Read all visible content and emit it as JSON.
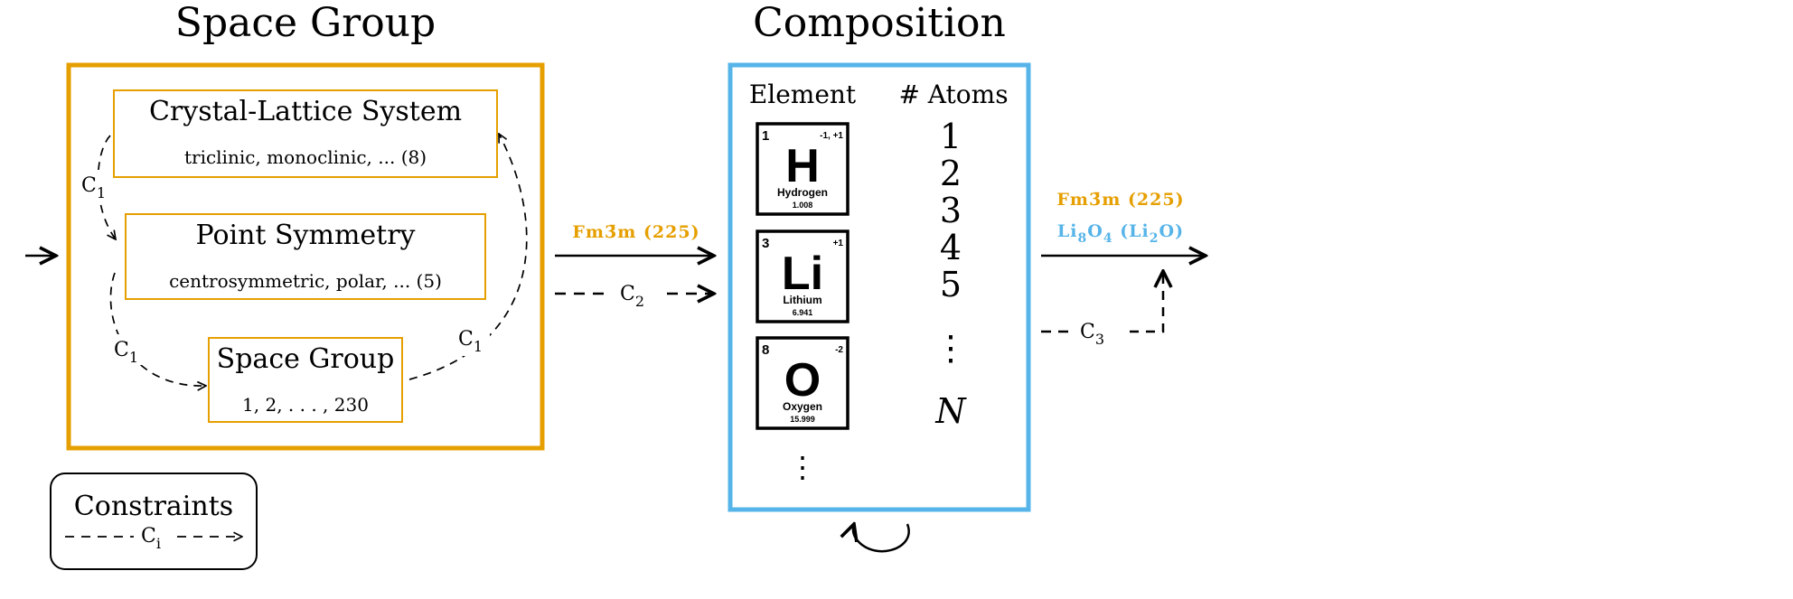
{
  "colors": {
    "orange": "#E69F00",
    "blue": "#56B4E9",
    "black": "#000000"
  },
  "space_group": {
    "title": "Space Group",
    "crystal_lattice": {
      "title": "Crystal-Lattice System",
      "values": "triclinic, monoclinic, ...  (8)"
    },
    "point_symmetry": {
      "title": "Point Symmetry",
      "values": "centrosymmetric, polar, ... (5)"
    },
    "space_group_box": {
      "title": "Space Group",
      "values": "1, 2, . . . , 230"
    },
    "constraint_label": "C",
    "constraint_sub": "1"
  },
  "arrow1": {
    "label": "Fm3̄m (225)",
    "constraint": "C",
    "constraint_sub": "2"
  },
  "composition": {
    "title": "Composition",
    "col_element": "Element",
    "col_atoms": "# Atoms",
    "elements": [
      {
        "number": "1",
        "charge": "-1, +1",
        "symbol": "H",
        "name": "Hydrogen",
        "mass": "1.008"
      },
      {
        "number": "3",
        "charge": "+1",
        "symbol": "Li",
        "name": "Lithium",
        "mass": "6.941"
      },
      {
        "number": "8",
        "charge": "-2",
        "symbol": "O",
        "name": "Oxygen",
        "mass": "15.999"
      }
    ],
    "element_more": "⋮",
    "atom_counts": [
      "1",
      "2",
      "3",
      "4",
      "5",
      "⋮",
      "N"
    ]
  },
  "arrow2": {
    "label_space_group": "Fm3̄m (225)",
    "label_formula_prefix": "Li",
    "label_formula_sub1": "8",
    "label_formula_mid": "O",
    "label_formula_sub2": "4",
    "label_formula_paren_prefix": "(Li",
    "label_formula_paren_sub": "2",
    "label_formula_paren_suffix": "O)",
    "constraint": "C",
    "constraint_sub": "3"
  },
  "legend": {
    "title": "Constraints",
    "constraint": "C",
    "constraint_sub": "i"
  }
}
